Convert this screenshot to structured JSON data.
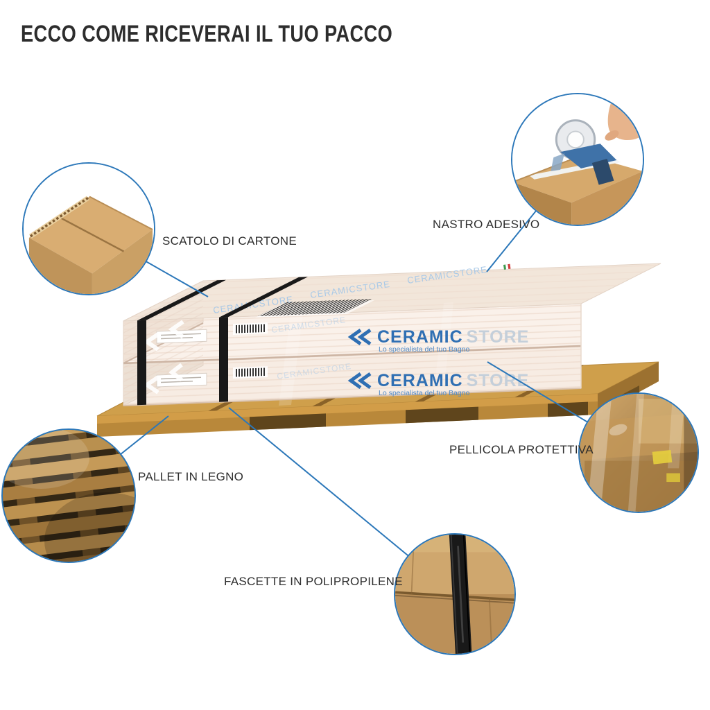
{
  "page": {
    "title": "ECCO COME RICEVERAI IL TUO PACCO"
  },
  "theme": {
    "accent_blue": "#2b77b9",
    "text_color": "#2e2e2e",
    "cardboard_tan": "#d9ad72",
    "wood_brown": "#cf9f4b",
    "strap_black": "#191919"
  },
  "callouts": [
    {
      "label": "SCATOLO DI CARTONE",
      "photo": "cardboard-box-corner-photo"
    },
    {
      "label": "NASTRO ADESIVO",
      "photo": "tape-gun-sealing-photo"
    },
    {
      "label": "PELLICOLA PROTETTIVA",
      "photo": "protective-film-photo"
    },
    {
      "label": "PALLET IN LEGNO",
      "photo": "wooden-pallet-photo"
    },
    {
      "label": "FASCETTE IN POLIPROPILENE",
      "photo": "polypropylene-strap-photo"
    }
  ],
  "package_art": {
    "brand": "CERAMIC",
    "brand_suffix": "STORE",
    "tagline": "Lo specialista del tuo Bagno",
    "watermark": "CERAMICSTORE"
  }
}
